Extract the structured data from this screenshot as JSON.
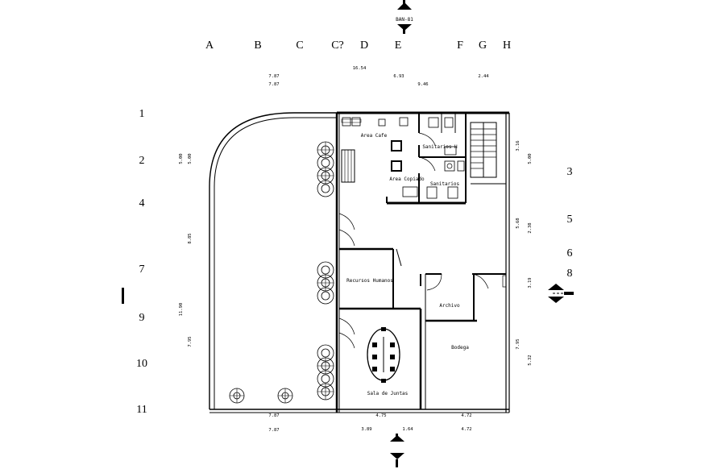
{
  "drawing": {
    "grid_columns": [
      "A",
      "B",
      "C",
      "C?",
      "D",
      "E",
      "F",
      "G",
      "H"
    ],
    "grid_rows_left": [
      "1",
      "2",
      "4",
      "7",
      "9",
      "10",
      "11"
    ],
    "grid_rows_right": [
      "3",
      "5",
      "6",
      "8"
    ],
    "section_label": "BAN-81"
  },
  "dimensions": {
    "top": [
      "7.87",
      "7.87",
      "16.54",
      "6.93",
      "9.46",
      "2.44"
    ],
    "bottom": [
      "7.87",
      "7.87",
      "4.75",
      "3.89",
      "1.64",
      "4.72",
      "4.72"
    ],
    "left": [
      "5.00",
      "5.00",
      "8.85",
      "11.90",
      "7.95"
    ],
    "right": [
      "3.16",
      "5.00",
      "5.68",
      "2.38",
      "3.19",
      "7.95",
      "5.32"
    ]
  },
  "rooms": {
    "cafe": "Area Cafe",
    "copiado": "Area Copiado",
    "sanitarios_h": "Sanitarios H",
    "sanitarios_m": "Sanitarios",
    "rh": "Recursos Humanos",
    "archivo": "Archivo",
    "bodega": "Bodega",
    "juntas": "Sala de Juntas"
  }
}
